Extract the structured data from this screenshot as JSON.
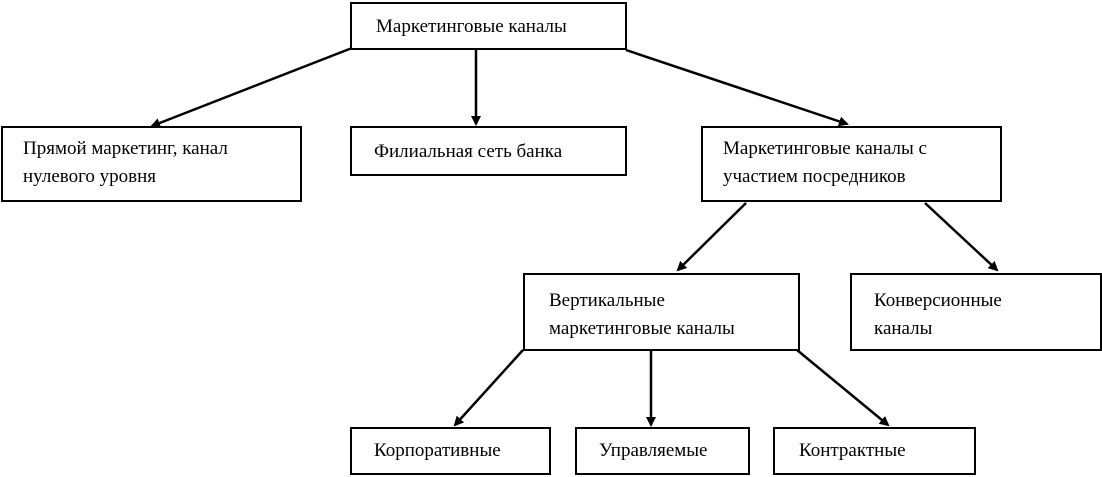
{
  "nodes": {
    "root": "Маркетинговые каналы",
    "direct": "Прямой маркетинг, канал\nнулевого уровня",
    "branch": "Филиальная сеть банка",
    "intermediary": "Маркетинговые каналы с\nучастием посредников",
    "vertical": "Вертикальные\nмаркетинговые каналы",
    "conversion": "Конверсионные\nканалы",
    "corporate": "Корпоративные",
    "managed": "Управляемые",
    "contract": "Контрактные"
  }
}
